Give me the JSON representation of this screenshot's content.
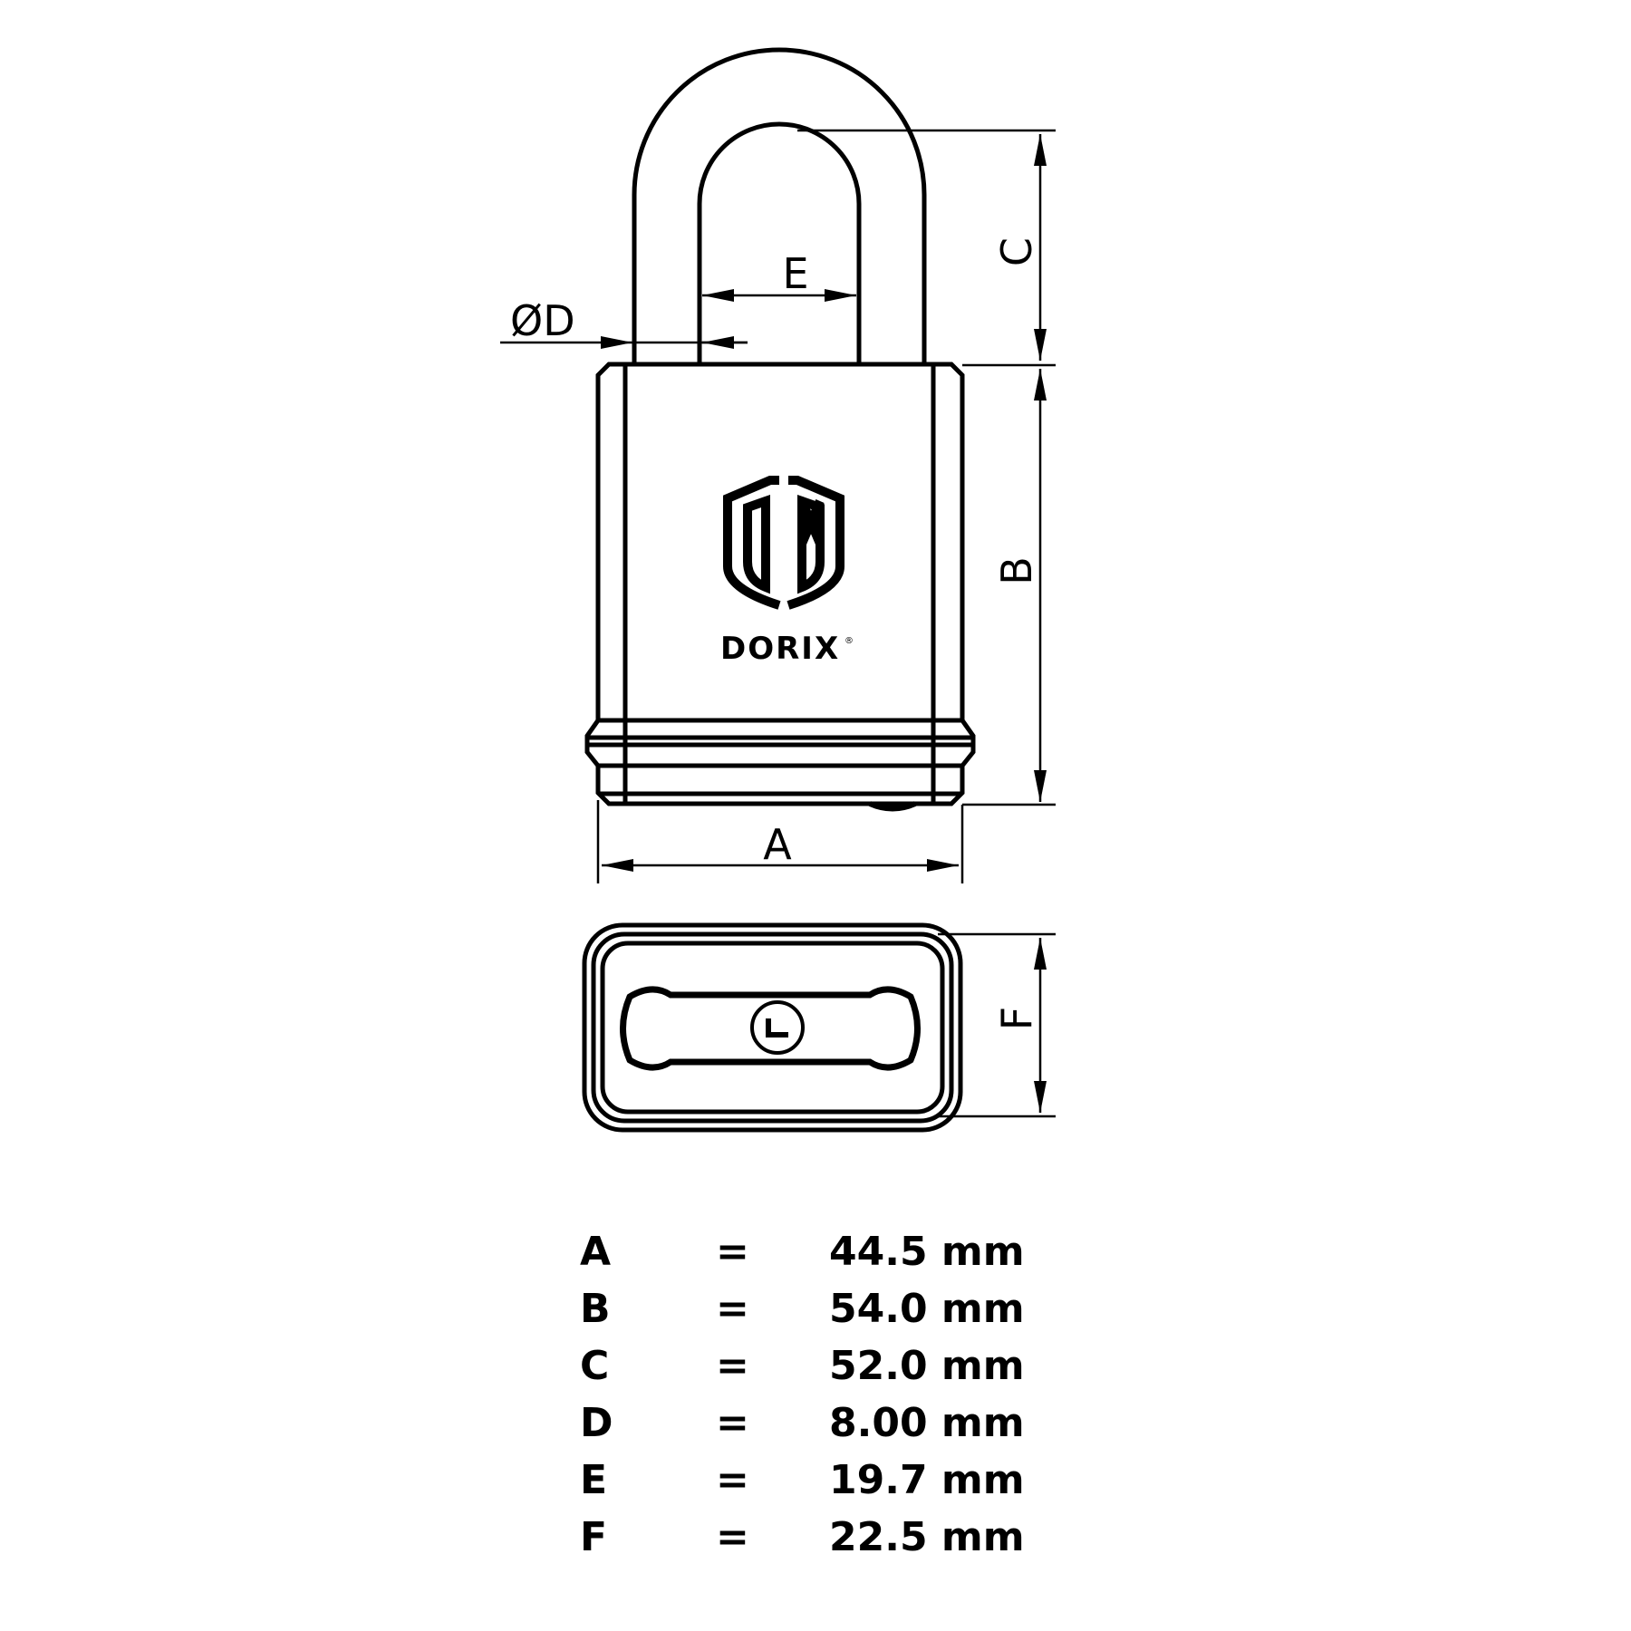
{
  "brand": {
    "name": "DORIX",
    "registered_mark": "®",
    "logo_monogram": "DX"
  },
  "drawing_labels": {
    "A": "A",
    "B": "B",
    "C": "C",
    "D": "ØD",
    "E": "E",
    "F": "F"
  },
  "specs": [
    {
      "key": "A",
      "eq": "=",
      "value": "44.5 mm"
    },
    {
      "key": "B",
      "eq": "=",
      "value": "54.0 mm"
    },
    {
      "key": "C",
      "eq": "=",
      "value": "52.0 mm"
    },
    {
      "key": "D",
      "eq": "=",
      "value": "8.00 mm"
    },
    {
      "key": "E",
      "eq": "=",
      "value": "19.7 mm"
    },
    {
      "key": "F",
      "eq": "=",
      "value": "22.5 mm"
    }
  ],
  "colors": {
    "line": "#000000",
    "background": "#ffffff"
  }
}
